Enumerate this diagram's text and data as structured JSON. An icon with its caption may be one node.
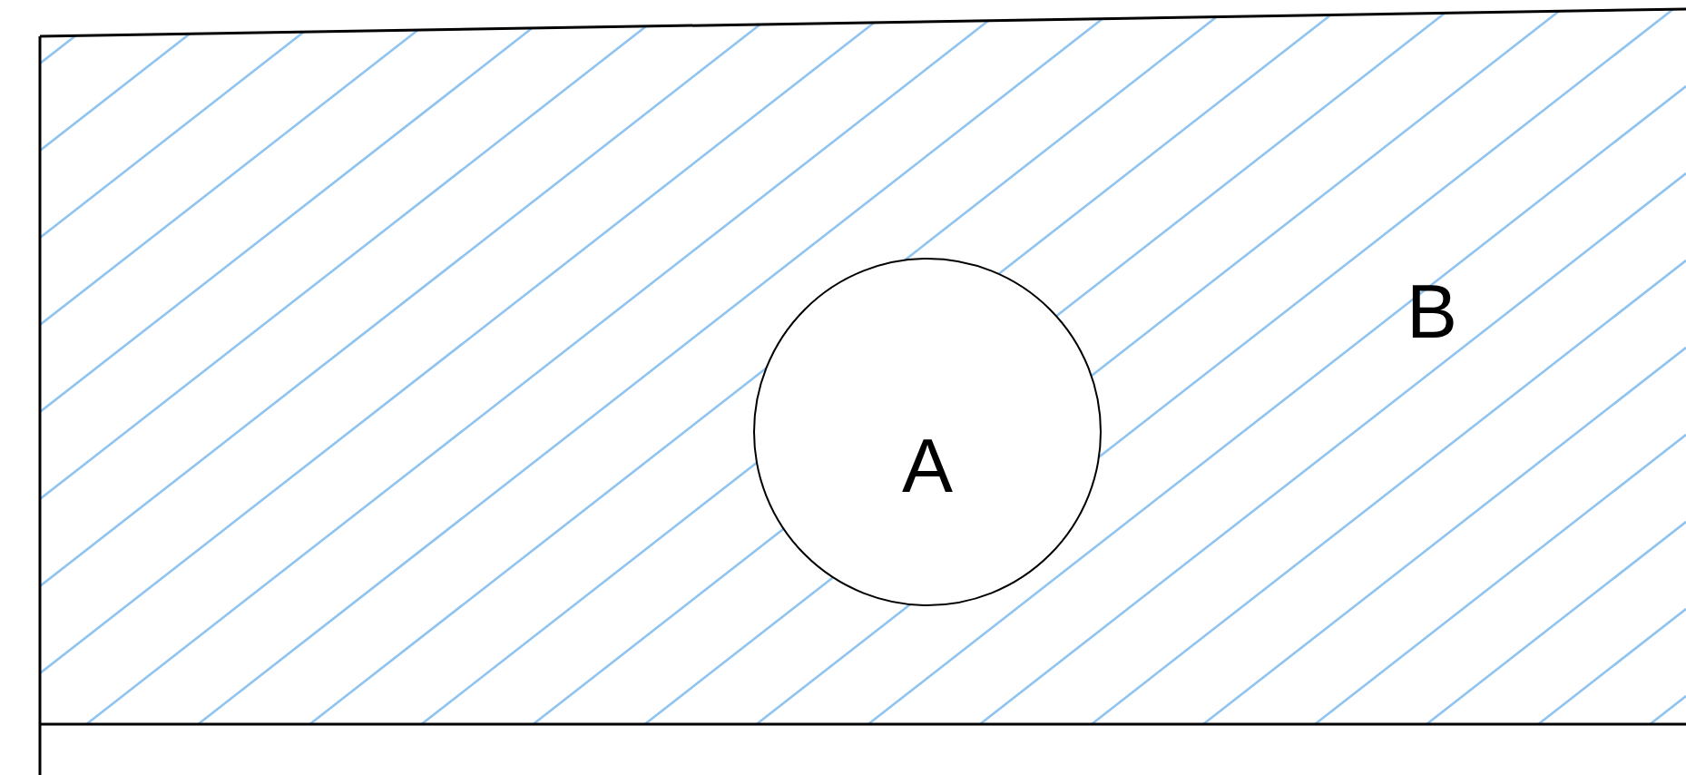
{
  "diagram": {
    "nodes": [
      {
        "text": [
          "B"
        ]
      },
      {
        "text": [
          "A"
        ],
        "in": 0
      }
    ]
  }
}
